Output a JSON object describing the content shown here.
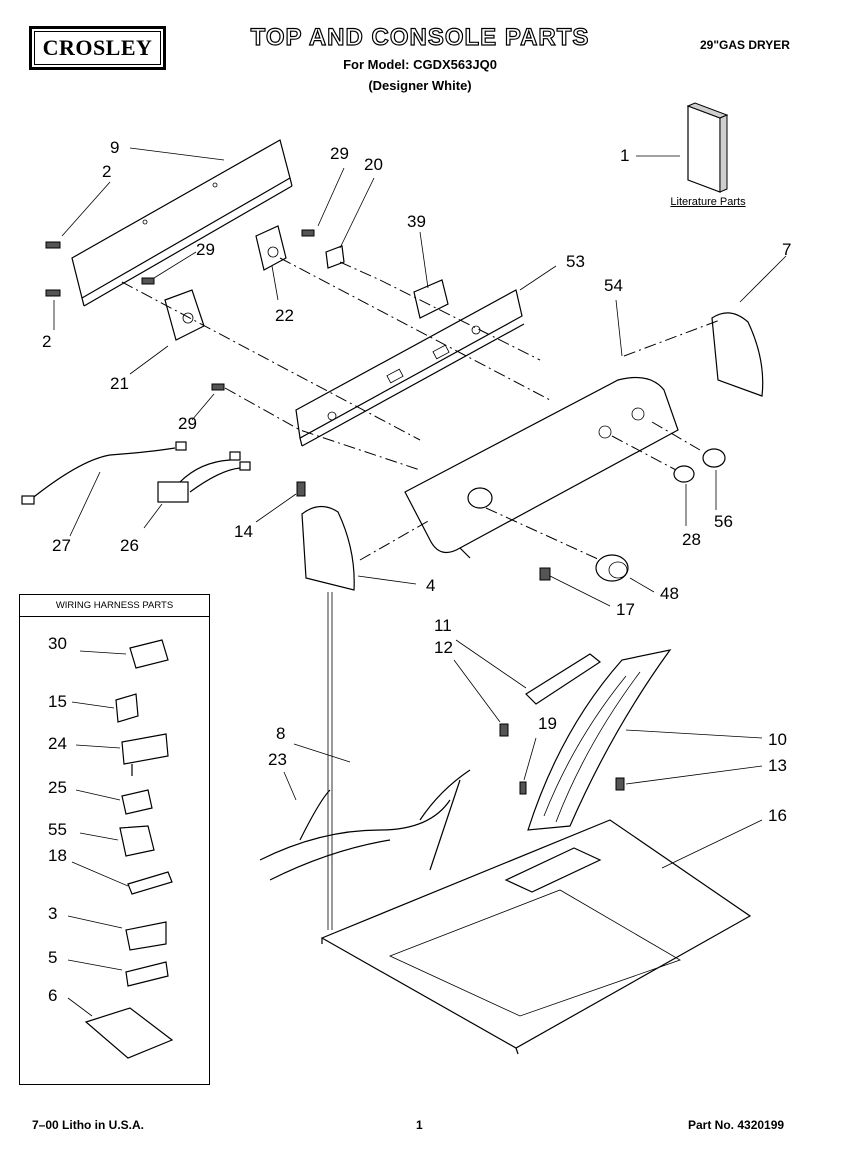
{
  "header": {
    "brand": "CROSLEY",
    "title": "TOP AND CONSOLE PARTS",
    "model_line": "For Model: CGDX563JQ0",
    "designer_line": "(Designer White)",
    "product": "29\"GAS DRYER"
  },
  "literature_label": "Literature Parts",
  "callouts": [
    "9",
    "2",
    "2",
    "29",
    "20",
    "29",
    "22",
    "21",
    "39",
    "53",
    "54",
    "1",
    "7",
    "29",
    "27",
    "26",
    "14",
    "4",
    "56",
    "28",
    "48",
    "17",
    "11",
    "12",
    "8",
    "23",
    "19",
    "10",
    "13",
    "16"
  ],
  "harness": {
    "title": "WIRING HARNESS PARTS",
    "items": [
      "30",
      "15",
      "24",
      "25",
      "55",
      "18",
      "3",
      "5",
      "6"
    ]
  },
  "footer": {
    "left": "7–00 Litho in U.S.A.",
    "center": "1",
    "right": "Part No. 4320199"
  }
}
